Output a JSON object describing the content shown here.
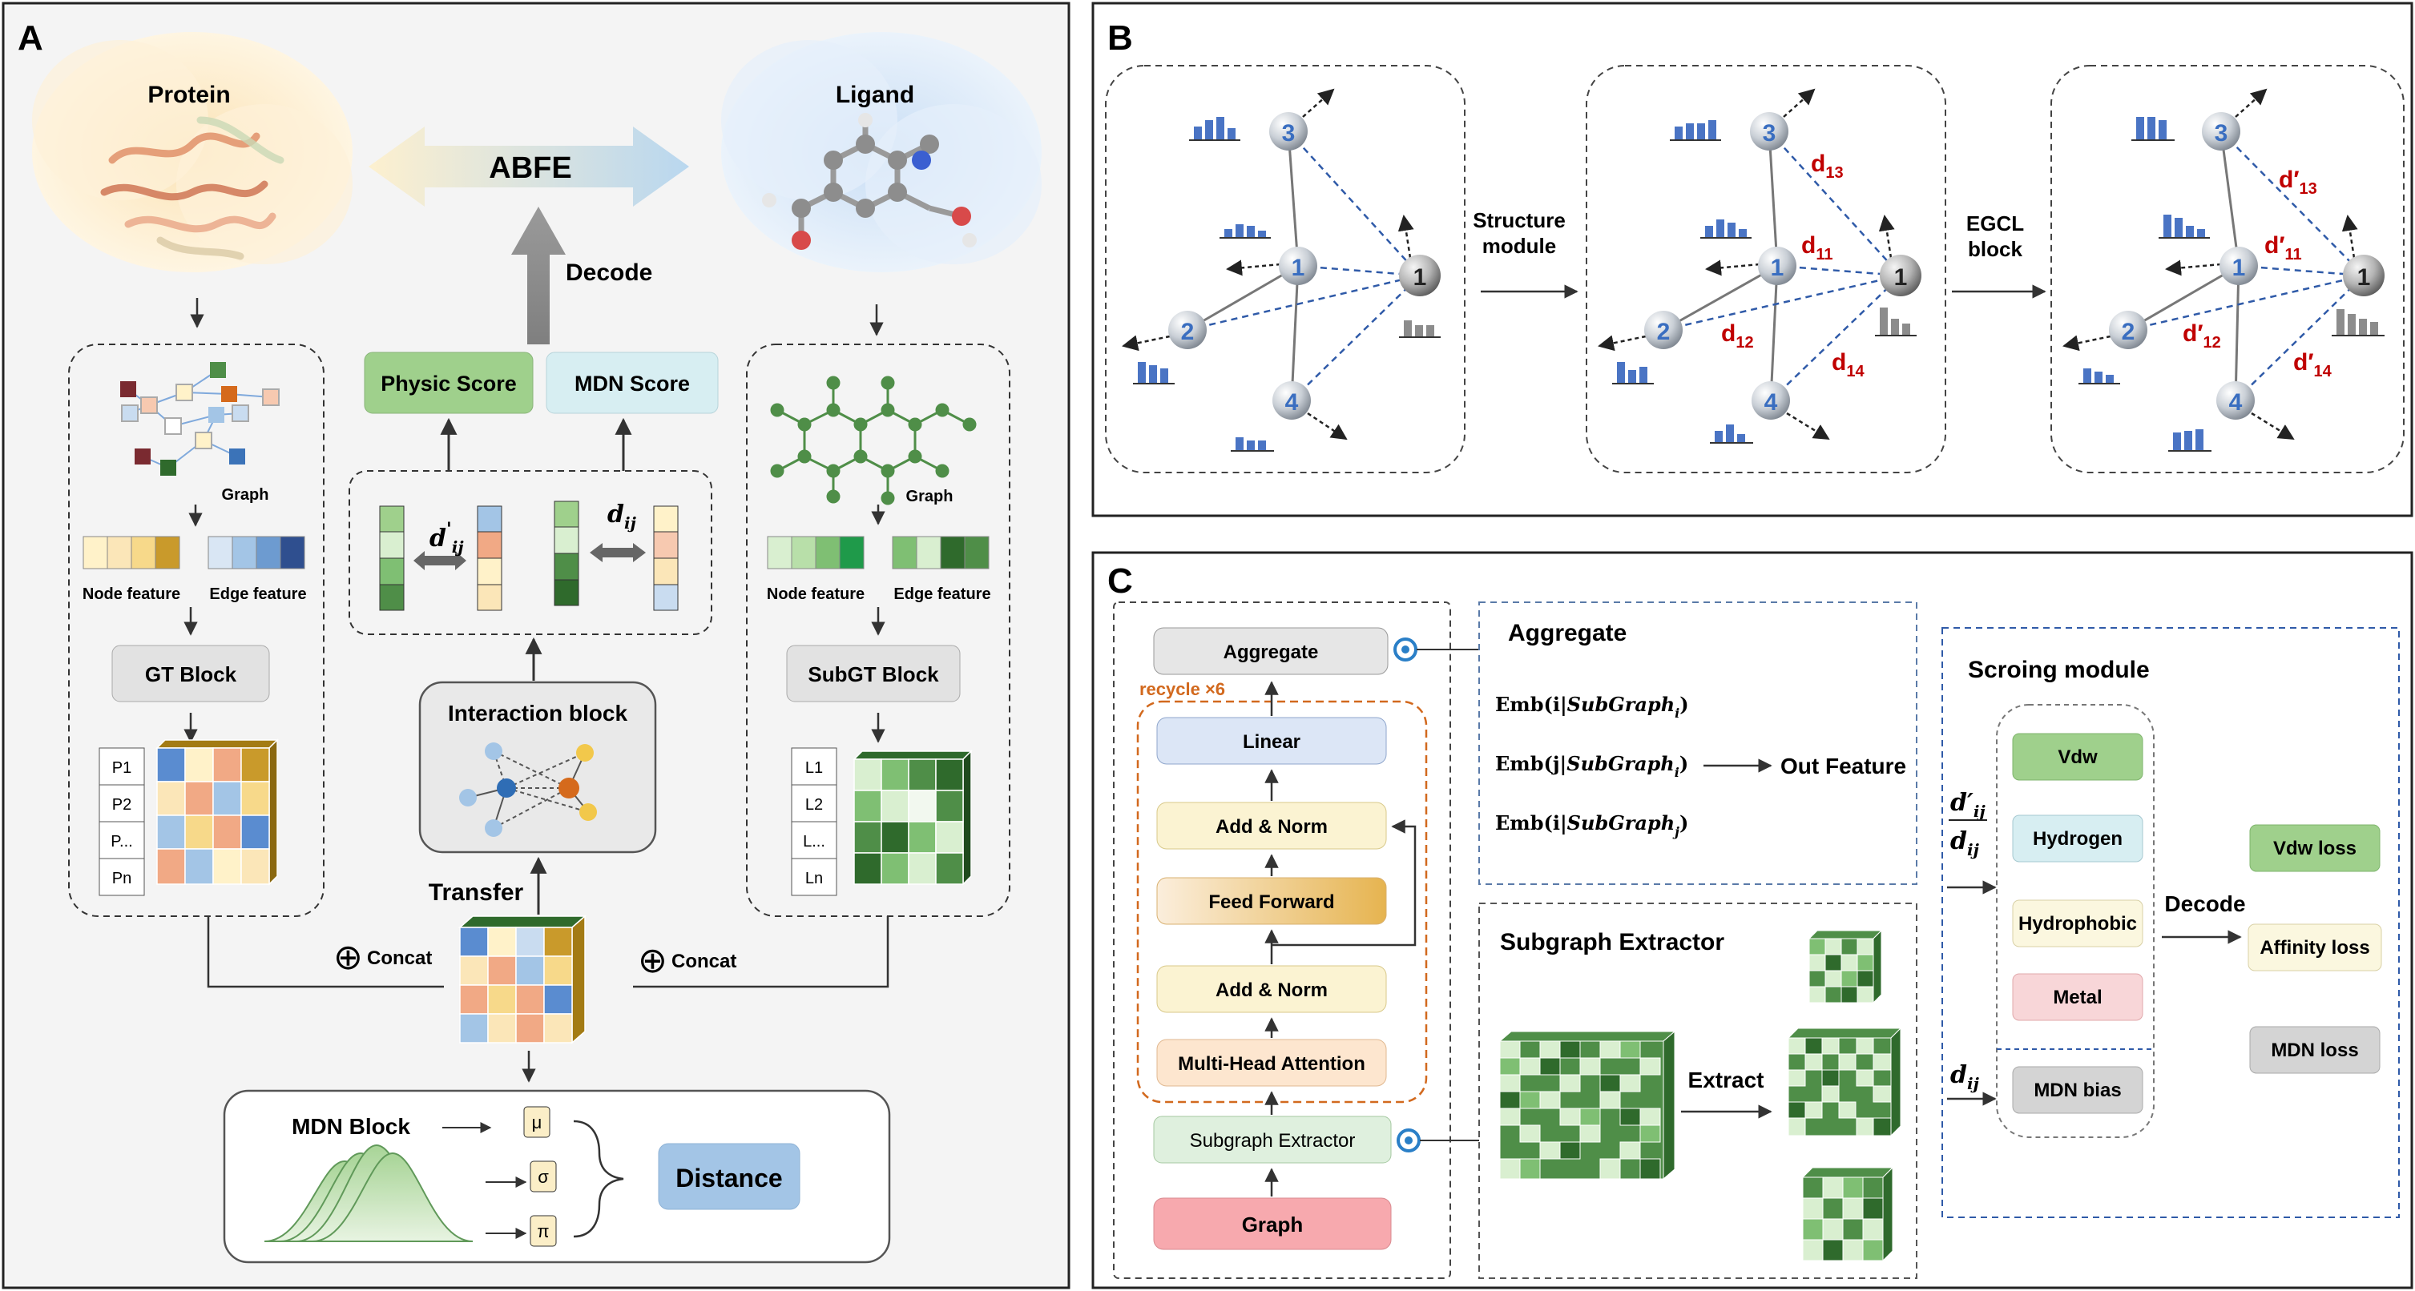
{
  "panel_a": {
    "letter": "A",
    "protein": "Protein",
    "ligand": "Ligand",
    "abfe": "ABFE",
    "decode": "Decode",
    "physic_score": "Physic Score",
    "mdn_score": "MDN Score",
    "graph_left": "Graph",
    "graph_right": "Graph",
    "node_feature_left": "Node feature",
    "edge_feature_left": "Edge feature",
    "node_feature_right": "Node feature",
    "edge_feature_right": "Edge feature",
    "gt_block": "GT Block",
    "subgt_block": "SubGT Block",
    "protein_labels": [
      "P1",
      "P2",
      "P...",
      "Pn"
    ],
    "ligand_labels": [
      "L1",
      "L2",
      "L...",
      "Ln"
    ],
    "dij_left": "d",
    "dij_left_sup": "'",
    "dij_left_sub": "ij",
    "dij_right": "d",
    "dij_right_sub": "ij",
    "interaction_block": "Interaction block",
    "transfer": "Transfer",
    "concat_left": "Concat",
    "concat_right": "Concat",
    "concat_symbol": "⊕",
    "mdn_block": "MDN Block",
    "mu": "μ",
    "sigma": "σ",
    "pi": "π",
    "distance": "Distance"
  },
  "panel_b": {
    "letter": "B",
    "structure_module": [
      "Structure",
      "module"
    ],
    "egcl_block": [
      "EGCL",
      "block"
    ],
    "node_labels": [
      "1",
      "2",
      "3",
      "4"
    ],
    "dist_labels_mid": [
      {
        "base": "d",
        "sub": "13"
      },
      {
        "base": "d",
        "sub": "11"
      },
      {
        "base": "d",
        "sub": "12"
      },
      {
        "base": "d",
        "sub": "14"
      }
    ],
    "dist_labels_right": [
      {
        "base": "d′",
        "sub": "13"
      },
      {
        "base": "d′",
        "sub": "11"
      },
      {
        "base": "d′",
        "sub": "12"
      },
      {
        "base": "d′",
        "sub": "14"
      }
    ]
  },
  "panel_c": {
    "letter": "C",
    "aggregate_btn": "Aggregate",
    "recycle": "recycle ×6",
    "linear": "Linear",
    "add_norm_1": "Add & Norm",
    "feed_forward": "Feed Forward",
    "add_norm_2": "Add & Norm",
    "mha": "Multi-Head Attention",
    "subgraph_extractor_btn": "Subgraph Extractor",
    "graph": "Graph",
    "aggregate_title": "Aggregate",
    "emb_lines": [
      {
        "prefix": "Emb(i|",
        "sub_name": "SubGraph",
        "sub": "i",
        "suffix": ")"
      },
      {
        "prefix": "Emb(j|",
        "sub_name": "SubGraph",
        "sub": "i",
        "suffix": ")"
      },
      {
        "prefix": "Emb(i|",
        "sub_name": "SubGraph",
        "sub": "j",
        "suffix": ")"
      }
    ],
    "out_feature": "Out Feature",
    "subgraph_extractor_title": "Subgraph Extractor",
    "extract": "Extract",
    "scoring_title": "Scroing module",
    "fraction_num": "d′",
    "fraction_num_sub": "ij",
    "fraction_den": "d",
    "fraction_den_sub": "ij",
    "dij_in": "d",
    "dij_in_sub": "ij",
    "modules": [
      "Vdw",
      "Hydrogen",
      "Hydrophobic",
      "Metal"
    ],
    "mdn_bias": "MDN bias",
    "decode": "Decode",
    "losses": [
      "Vdw loss",
      "Affinity loss",
      "MDN loss"
    ]
  },
  "colors": {
    "physic_score": "#9fd08c",
    "mdn_score": "#d7eef2",
    "distance": "#a3c5e6",
    "recycle": "#d2691e",
    "dist_label": "#c00000",
    "node_label": "#3a6ec0",
    "bar_blue": "#4a74c4",
    "bar_grey": "#8c8c8c"
  }
}
